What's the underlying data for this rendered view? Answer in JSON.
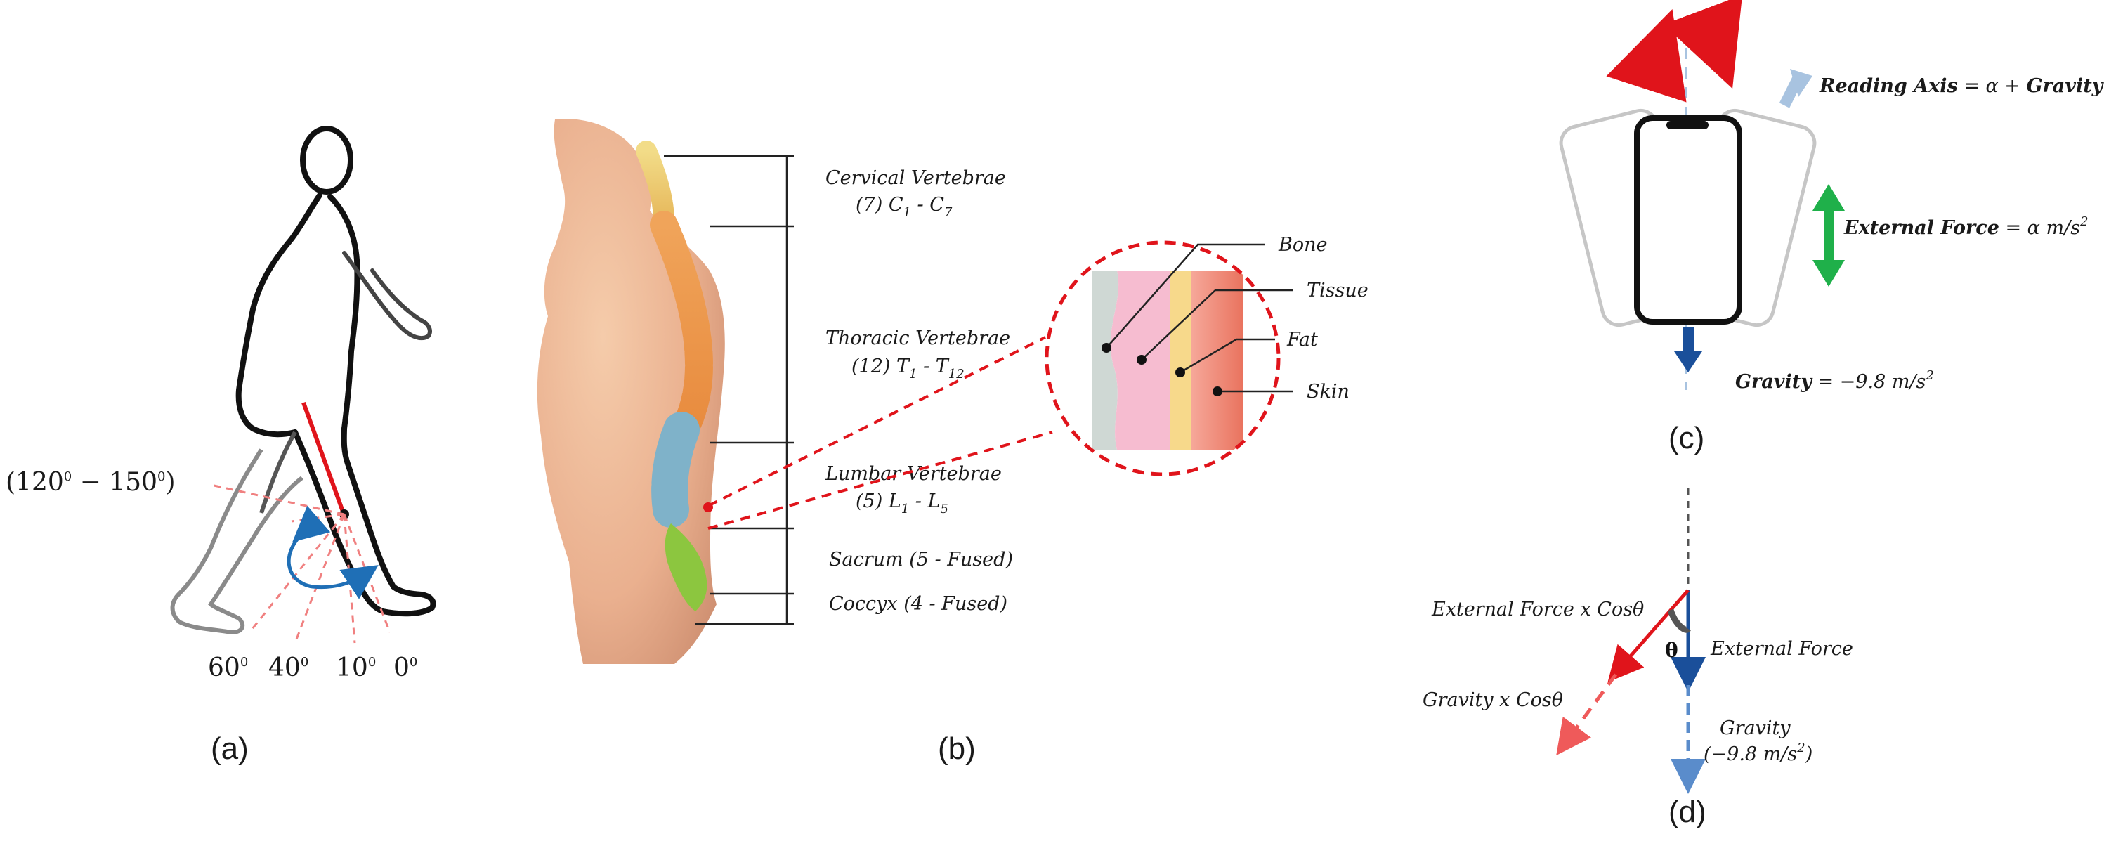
{
  "panels": {
    "a": {
      "caption": "(a)",
      "range_text": "(120",
      "range_sup_1": "0",
      "range_dash": " − 150",
      "range_sup_2": "0",
      "range_close": ")",
      "angle_60": "60",
      "angle_40": "40",
      "angle_10": "10",
      "angle_0": "0",
      "degree_sup": "0"
    },
    "b": {
      "caption": "(b)",
      "cervical_title": "Cervical Vertebrae",
      "cervical_count": "(7) ",
      "cervical_range": "C",
      "cervical_sub_1": "1",
      "cervical_dash": " - C",
      "cervical_sub_2": "7",
      "thoracic_title": "Thoracic Vertebrae",
      "thoracic_count": "(12) ",
      "thoracic_range": "T",
      "thoracic_sub_1": "1",
      "thoracic_dash": " - T",
      "thoracic_sub_2": "12",
      "lumbar_title": "Lumbar Vertebrae",
      "lumbar_count": "(5) ",
      "lumbar_range": "L",
      "lumbar_sub_1": "1",
      "lumbar_dash": " - L",
      "lumbar_sub_2": "5",
      "sacrum": "Sacrum (5 - Fused)",
      "coccyx": "Coccyx (4 - Fused)",
      "layer_bone": "Bone",
      "layer_tissue": "Tissue",
      "layer_fat": "Fat",
      "layer_skin": "Skin"
    },
    "c": {
      "caption": "(c)",
      "reading_axis": "Reading Axis",
      "reading_axis_eq": " = α + ",
      "reading_axis_gravity": "Gravity",
      "external_force": "External Force",
      "external_force_eq": " = α m/s",
      "external_force_sup": "2",
      "gravity": "Gravity",
      "gravity_eq": " = −9.8 m/s",
      "gravity_sup": "2"
    },
    "d": {
      "caption": "(d)",
      "ext_force_cos": "External Force x Cosθ",
      "external_force": "External Force",
      "theta": "θ",
      "gravity_cos": "Gravity x Cosθ",
      "gravity": "Gravity",
      "gravity_value": "(−9.8 m/s",
      "gravity_value_sup": "2",
      "gravity_value_close": ")"
    }
  },
  "colors": {
    "red": "#e0141b",
    "blue": "#1f6fb6",
    "dark_blue": "#1a4f9a",
    "green": "#1fb04a",
    "light_blue": "#a8c3e0",
    "dashed_red": "#f08080"
  }
}
